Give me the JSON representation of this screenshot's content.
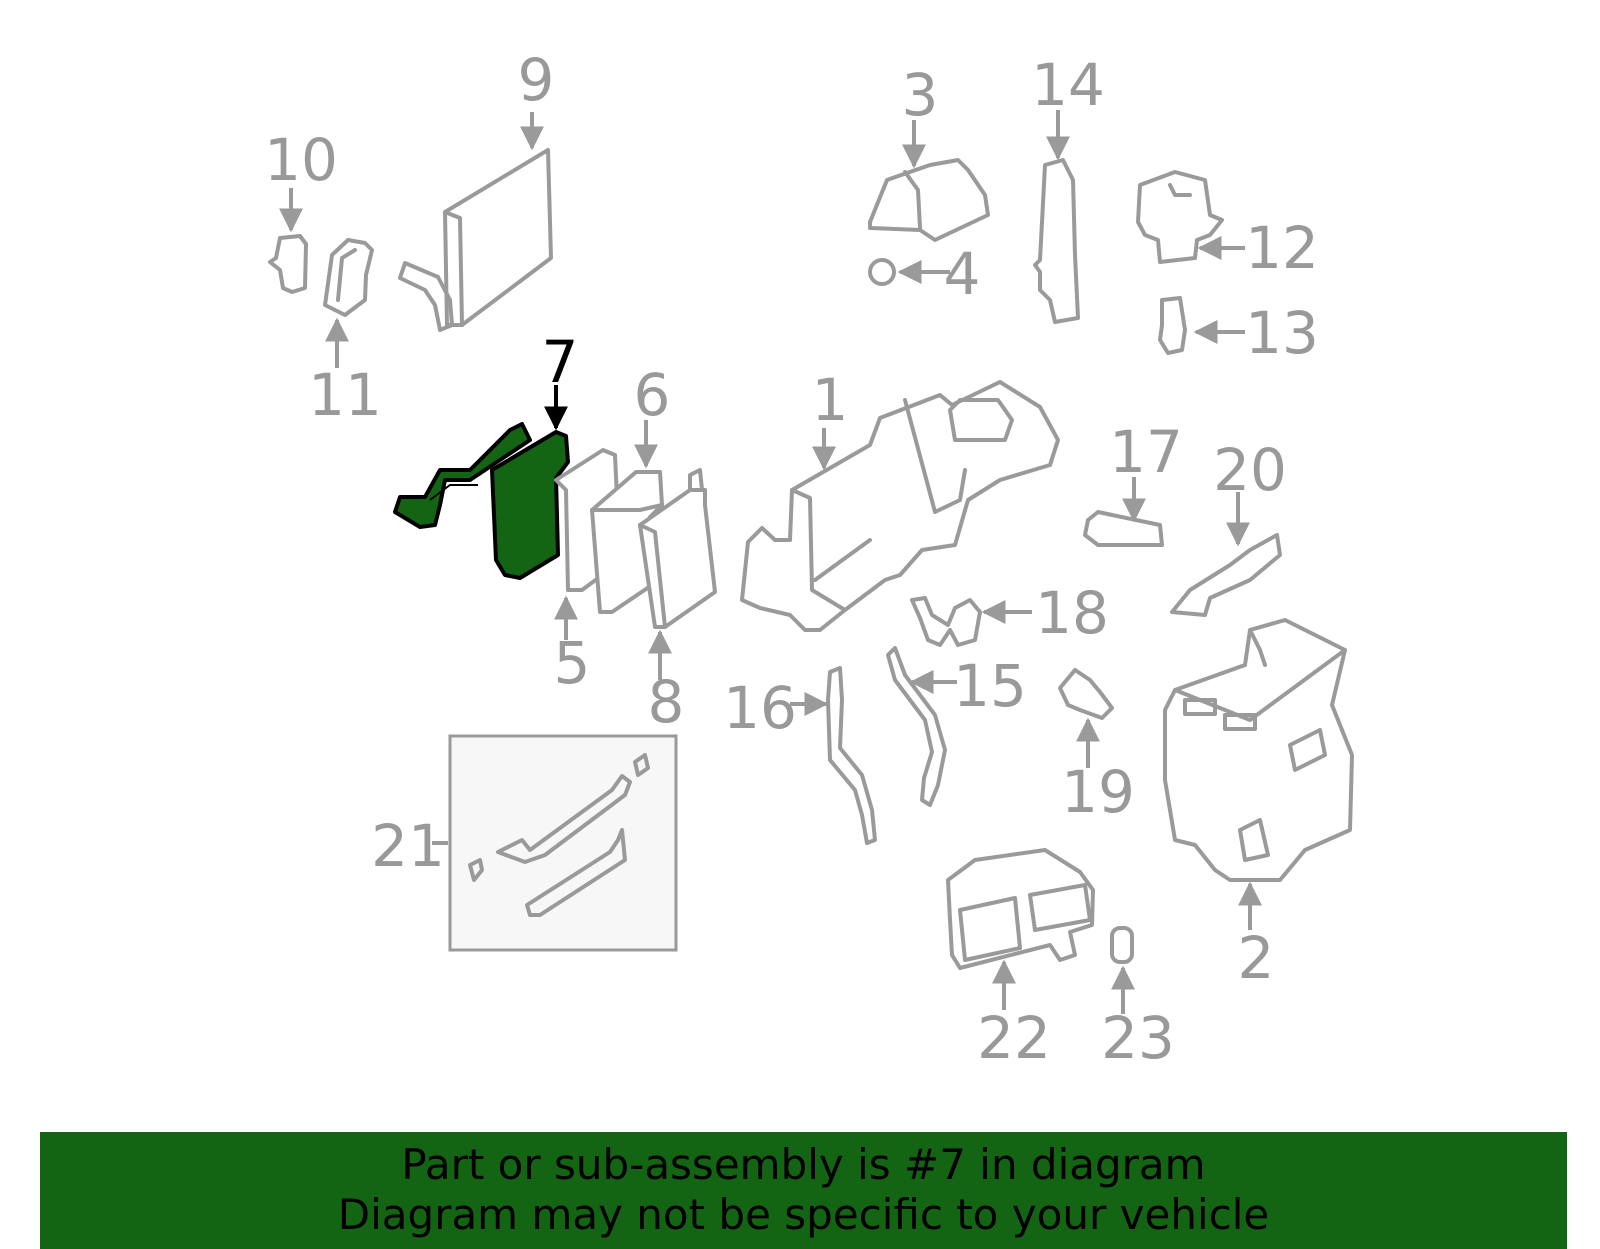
{
  "colors": {
    "highlight": "#136513",
    "parts": "#9a9a9a",
    "footer_bg": "#136513",
    "inset_bg": "#f7f7f7"
  },
  "labels": {
    "p1": "1",
    "p2": "2",
    "p3": "3",
    "p4": "4",
    "p5": "5",
    "p6": "6",
    "p7": "7",
    "p8": "8",
    "p9": "9",
    "p10": "10",
    "p11": "11",
    "p12": "12",
    "p13": "13",
    "p14": "14",
    "p15": "15",
    "p16": "16",
    "p17": "17",
    "p18": "18",
    "p19": "19",
    "p20": "20",
    "p21": "21",
    "p22": "22",
    "p23": "23"
  },
  "highlighted_part": "7",
  "footer": {
    "line1": "Part or sub-assembly is #7 in diagram",
    "line2": "Diagram may not be specific to your vehicle"
  }
}
